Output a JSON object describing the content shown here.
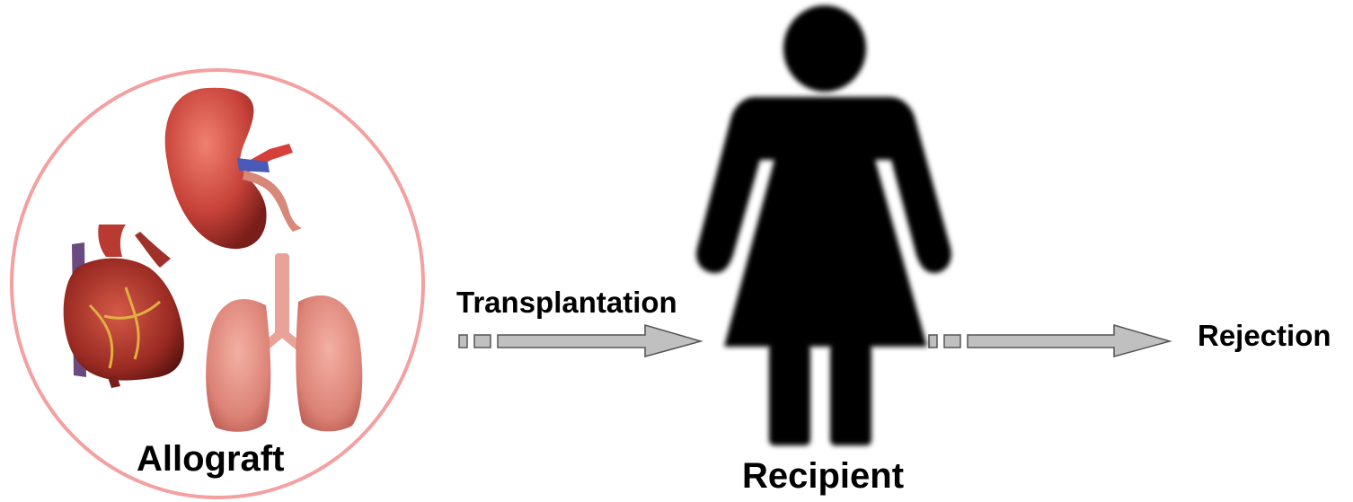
{
  "labels": {
    "allograft": "Allograft",
    "transplantation": "Transplantation",
    "recipient": "Recipient",
    "rejection": "Rejection"
  },
  "icons": {
    "organs": [
      "kidney-icon",
      "heart-icon",
      "lungs-icon"
    ],
    "person": "woman-silhouette-icon",
    "arrows": [
      "arrow-right-icon",
      "arrow-right-icon"
    ]
  },
  "colors": {
    "circle_outline": "#f4a0a0",
    "arrow_fill": "#c0c0c0",
    "arrow_stroke": "#555555",
    "silhouette": "#000000",
    "kidney": "#c8433a",
    "heart": "#a8332c",
    "lungs": "#e08a80"
  }
}
